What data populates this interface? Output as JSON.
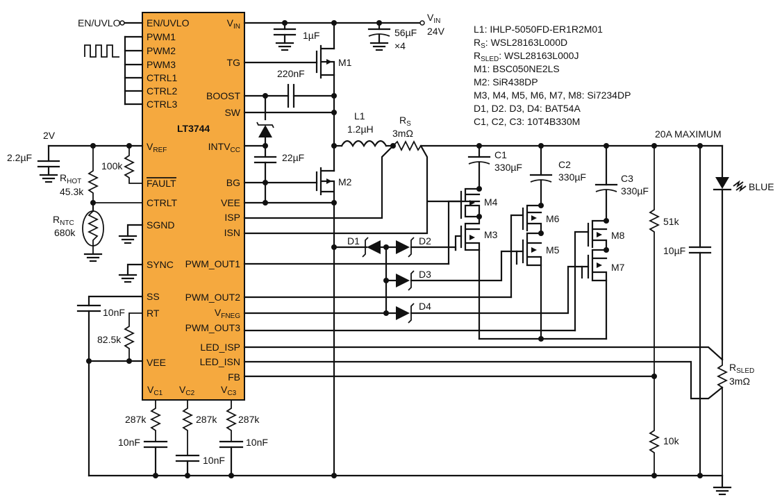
{
  "chip": {
    "name": "LT3744",
    "fill": "#f5a93f",
    "left_pins": [
      "EN/UVLO",
      "PWM1",
      "PWM2",
      "PWM3",
      "CTRL1",
      "CTRL2",
      "CTRL3",
      "V",
      "REF",
      "FAULT",
      "CTRLT",
      "SGND",
      "SYNC",
      "SS",
      "RT",
      "VEE"
    ],
    "right_pins": [
      "V",
      "IN",
      "TG",
      "BOOST",
      "SW",
      "INTV",
      "CC",
      "BG",
      "VEE",
      "ISP",
      "ISN",
      "PWM_OUT1",
      "PWM_OUT2",
      "V",
      "FNEG",
      "PWM_OUT3",
      "LED_ISP",
      "LED_ISN",
      "FB"
    ],
    "bottom_pins": [
      {
        "b": "V",
        "s": "C1"
      },
      {
        "b": "V",
        "s": "C2"
      },
      {
        "b": "V",
        "s": "C3"
      }
    ]
  },
  "signals": {
    "en_uvlo": "EN/UVLO",
    "vin_label": "V",
    "vin_sub": "IN",
    "vin_voltage": "24V",
    "v2": "2V",
    "max_current": "20A MAXIMUM",
    "led_color": "BLUE"
  },
  "components": {
    "c_1uf": "1µF",
    "c_56uf": "56µF",
    "c_56uf_count": "×4",
    "m1": "M1",
    "m2": "M2",
    "c_220nf": "220nF",
    "c_22uf": "22µF",
    "l1_name": "L1",
    "l1_value": "1.2µH",
    "rs_name": "R",
    "rs_sub": "S",
    "rs_value": "3mΩ",
    "c1_name": "C1",
    "c1_value": "330µF",
    "c2_name": "C2",
    "c2_value": "330µF",
    "c3_name": "C3",
    "c3_value": "330µF",
    "m3": "M3",
    "m4": "M4",
    "m5": "M5",
    "m6": "M6",
    "m7": "M7",
    "m8": "M8",
    "d1": "D1",
    "d2": "D2",
    "d3": "D3",
    "d4": "D4",
    "c_2_2uf": "2.2µF",
    "r_100k": "100k",
    "rhot_name": "R",
    "rhot_sub": "HOT",
    "rhot_value": "45.3k",
    "rntc_name": "R",
    "rntc_sub": "NTC",
    "rntc_value": "680k",
    "c_10nf_ss": "10nF",
    "r_82_5k": "82.5k",
    "r_287k_1": "287k",
    "r_287k_2": "287k",
    "r_287k_3": "287k",
    "c_10nf_1": "10nF",
    "c_10nf_2": "10nF",
    "c_10nf_3": "10nF",
    "r_51k": "51k",
    "r_10k": "10k",
    "c_10uf": "10µF",
    "rsled_name": "R",
    "rsled_sub": "SLED",
    "rsled_value": "3mΩ"
  },
  "bom": [
    {
      "text": "L1: IHLP-5050FD-ER1R2M01"
    },
    {
      "pre": "R",
      "sub": "S",
      "text": ": WSL28163L000D"
    },
    {
      "pre": "R",
      "sub": "SLED",
      "text": ": WSL28163L000J"
    },
    {
      "text": "M1: BSC050NE2LS"
    },
    {
      "text": "M2: SiR438DP"
    },
    {
      "text": "M3, M4, M5, M6, M7, M8: Si7234DP"
    },
    {
      "text": "D1, D2. D3, D4: BAT54A"
    },
    {
      "text": "C1, C2, C3: 10T4B330M"
    }
  ]
}
